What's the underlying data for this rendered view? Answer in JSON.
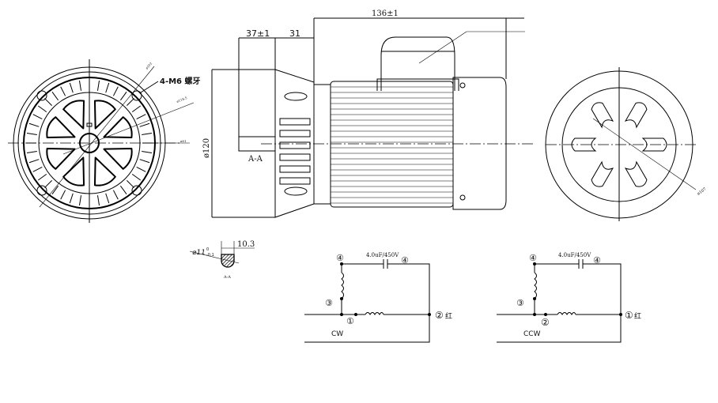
{
  "front_view": {
    "thread_label": "4-M6 螺牙",
    "dia_outer": "ø102",
    "dia_mid": "ø118.5",
    "dia_inner": "ø81"
  },
  "side_view": {
    "overall_length": "136±1",
    "shaft_length": "37±1",
    "flange_length": "31",
    "diameter": "ø120",
    "section_label": "A-A"
  },
  "rear_view": {
    "diameter": "ø107"
  },
  "shaft_section": {
    "diameter": "⌀11",
    "tol_upper": "0",
    "tol_lower": "-0.1",
    "flat": "10.3",
    "label": "A-A"
  },
  "circuits": [
    {
      "capacitor": "4.0uF/450V",
      "node_top_left": "④",
      "node_top_right": "④",
      "node_mid": "③",
      "node_common": "①",
      "node_right": "②",
      "color_note": "红",
      "direction": "CW"
    },
    {
      "capacitor": "4.0uF/450V",
      "node_top_left": "④",
      "node_top_right": "④",
      "node_mid": "③",
      "node_common": "②",
      "node_right": "①",
      "color_note": "红",
      "direction": "CCW"
    }
  ]
}
